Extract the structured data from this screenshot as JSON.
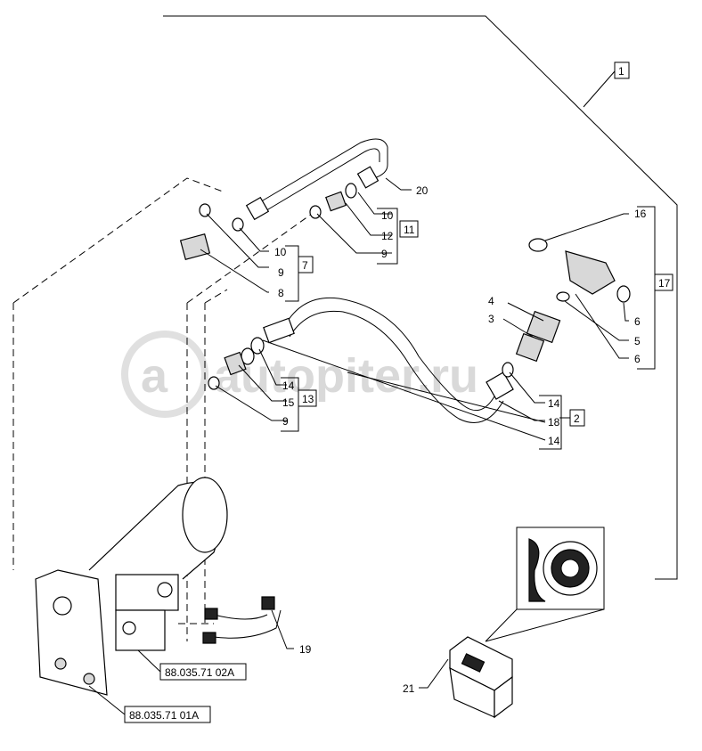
{
  "watermark": "autopiter.ru",
  "watermark_logo": "a",
  "callouts": {
    "c1": "1",
    "c2": "2",
    "c3": "3",
    "c4": "4",
    "c5": "5",
    "c6a": "6",
    "c6b": "6",
    "c7": "7",
    "c8": "8",
    "c9a": "9",
    "c9b": "9",
    "c9c": "9",
    "c10a": "10",
    "c10b": "10",
    "c11": "11",
    "c12": "12",
    "c13": "13",
    "c14a": "14",
    "c14b": "14",
    "c14c": "14",
    "c15": "15",
    "c16": "16",
    "c17": "17",
    "c18": "18",
    "c19": "19",
    "c20": "20",
    "c21": "21"
  },
  "references": {
    "ref_a": "88.035.71 02A",
    "ref_b": "88.035.71 01A"
  },
  "icons": [
    "hydraulic-hose-assembly",
    "elbow-fitting",
    "connector-switch",
    "gauge-symbol-icon"
  ]
}
